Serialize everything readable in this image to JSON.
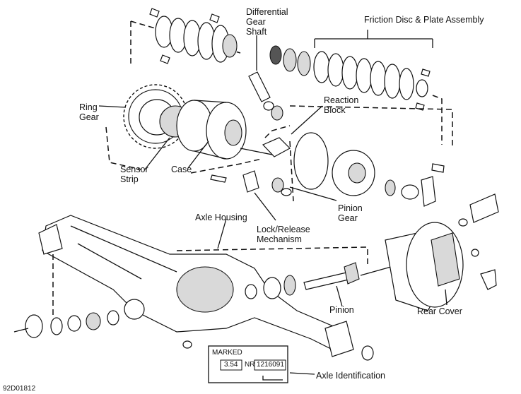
{
  "labels": {
    "differential_gear_shaft": "Differential\nGear\nShaft",
    "friction_disc_plate_assembly": "Friction Disc & Plate Assembly",
    "ring_gear": "Ring\nGear",
    "reaction_block": "Reaction\nBlock",
    "sensor_strip": "Sensor\nStrip",
    "case": "Case",
    "pinion_gear": "Pinion\nGear",
    "axle_housing": "Axle Housing",
    "lock_release_mechanism": "Lock/Release\nMechanism",
    "pinion": "Pinion",
    "rear_cover": "Rear Cover",
    "axle_identification": "Axle Identification",
    "figure_code": "92D01812"
  },
  "id_tag": {
    "marked": "MARKED",
    "ratio": "3.54",
    "nr_label": "NR",
    "nr_value": "1216091"
  }
}
